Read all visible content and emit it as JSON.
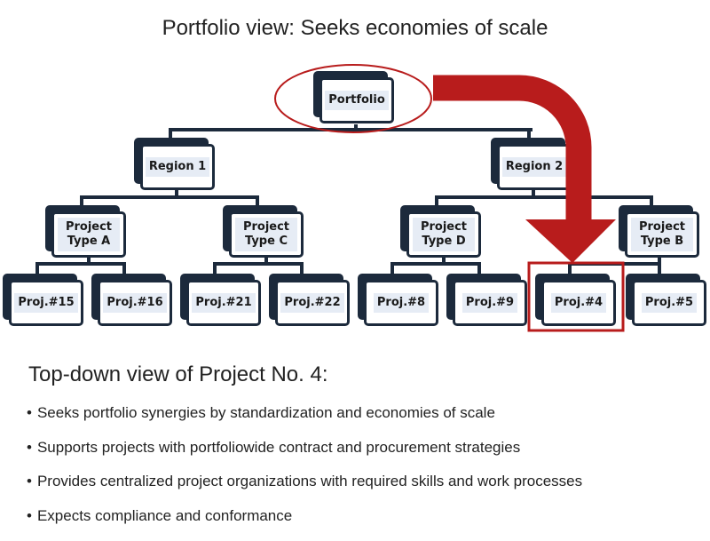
{
  "title": "Portfolio view: Seeks economies of scale",
  "tree": {
    "root": "Portfolio",
    "regions": [
      "Region 1",
      "Region 2"
    ],
    "types": [
      "Project Type A",
      "Project Type C",
      "Project Type D",
      "Project Type B"
    ],
    "projects": [
      "Proj.#15",
      "Proj.#16",
      "Proj.#21",
      "Proj.#22",
      "Proj.#8",
      "Proj.#9",
      "Proj.#4",
      "Proj.#5"
    ]
  },
  "highlight": {
    "source": "Portfolio",
    "target": "Proj.#4",
    "color": "#b81c1c"
  },
  "heading": "Top-down view of Project No. 4:",
  "bullets": [
    "Seeks portfolio synergies by standardization and economies of scale",
    "Supports projects with portfoliowide contract and procurement strategies",
    "Provides centralized project organizations with required skills and work processes",
    "Expects compliance and conformance"
  ]
}
